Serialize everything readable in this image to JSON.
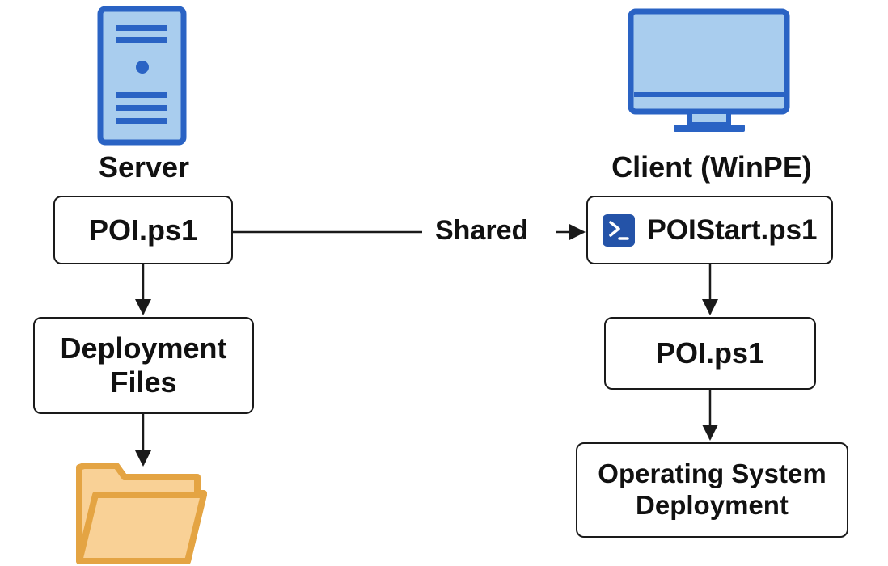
{
  "server": {
    "heading": "Server",
    "icon": "server-icon",
    "script_label": "POI.ps1",
    "files_label_line1": "Deployment",
    "files_label_line2": "Files",
    "folder_icon": "folder-icon"
  },
  "client": {
    "heading": "Client (WinPE)",
    "icon": "monitor-icon",
    "start_script_label": "POIStart.ps1",
    "start_script_icon": "powershell-icon",
    "script_label": "POI.ps1",
    "os_label_line1": "Operating System",
    "os_label_line2": "Deployment"
  },
  "connector": {
    "label": "Shared"
  },
  "colors": {
    "icon_fill": "#a9cdee",
    "icon_stroke": "#2a63c4",
    "folder_fill": "#f9d196",
    "folder_stroke": "#e4a443",
    "powershell_bg": "#2453a8",
    "line": "#1a1a1a"
  }
}
